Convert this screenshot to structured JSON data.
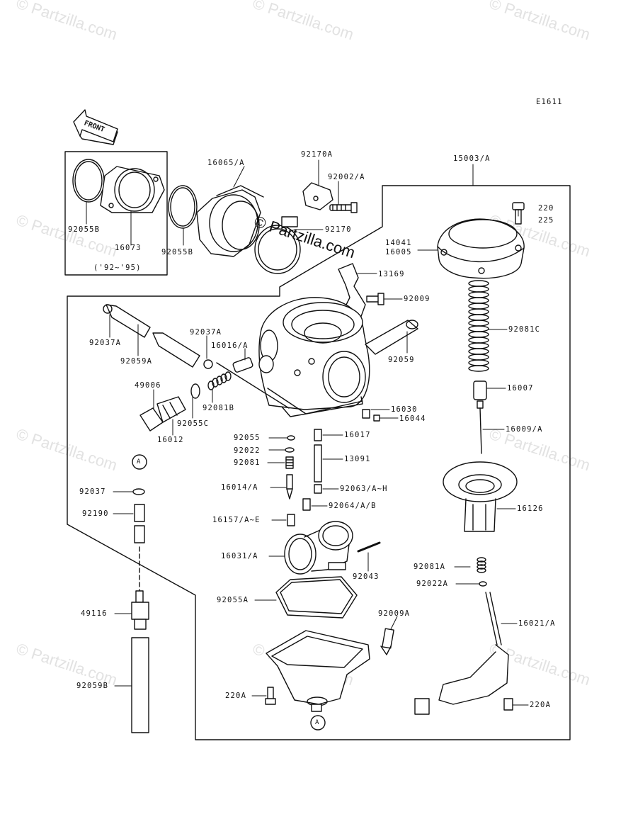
{
  "diagram_code": "E1611",
  "front_label": "FRONT",
  "watermark": "© Partzilla.com",
  "watermark_center": "© Partzilla.com",
  "year_note": "('92~'95)",
  "callout_a": "A",
  "labels": {
    "p16065A": "16065/A",
    "p92170A": "92170A",
    "p92002A": "92002/A",
    "p15003A": "15003/A",
    "p220": "220",
    "p225": "225",
    "p92055B_l": "92055B",
    "p16073": "16073",
    "p92055B_r": "92055B",
    "p92170": "92170",
    "p14041": "14041",
    "p16005": "16005",
    "p13169": "13169",
    "p92009": "92009",
    "p92081C": "92081C",
    "p92037A_l": "92037A",
    "p92059A": "92059A",
    "p92037A_m": "92037A",
    "p16016A": "16016/A",
    "p92059": "92059",
    "p49006": "49006",
    "p92081B": "92081B",
    "p92055C": "92055C",
    "p16012": "16012",
    "p16007": "16007",
    "p16030": "16030",
    "p16044": "16044",
    "p92055": "92055",
    "p16017": "16017",
    "p16009A": "16009/A",
    "p92022": "92022",
    "p13091": "13091",
    "p92081": "92081",
    "p16014A": "16014/A",
    "p92063A": "92063/A~H",
    "p16126": "16126",
    "p92037": "92037",
    "p92064A": "92064/A/B",
    "p92190": "92190",
    "p16157A": "16157/A~E",
    "p16031A": "16031/A",
    "p92043": "92043",
    "p92081A": "92081A",
    "p92022A": "92022A",
    "p92055A": "92055A",
    "p49116": "49116",
    "p92009A": "92009A",
    "p16021A": "16021/A",
    "p92059B": "92059B",
    "p220A_l": "220A",
    "p220A_r": "220A"
  }
}
